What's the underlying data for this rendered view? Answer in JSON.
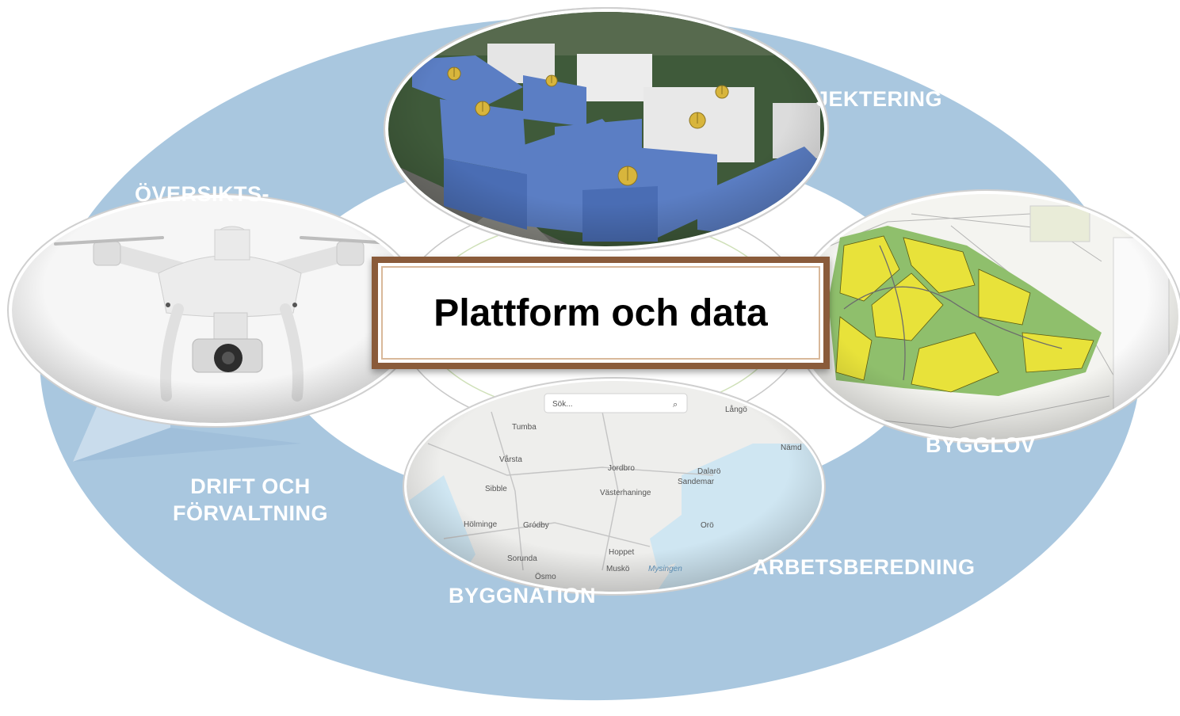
{
  "diagram": {
    "center_title": "Plattform och data",
    "stages": {
      "oversikt": "ÖVERSIKTS-",
      "projektering": "JEKTERING",
      "bygglov": "BYGGLOV",
      "arbetsberedning": "ARBETSBEREDNING",
      "byggnation": "BYGGNATION",
      "drift_line1": "DRIFT OCH",
      "drift_line2": "FÖRVALTNING"
    },
    "map_labels": {
      "search": "Sök...",
      "tumba": "Tumba",
      "varsta": "Vårsta",
      "jordbro": "Jordbro",
      "sibble": "Sibble",
      "vasterhaninge": "Västerhaninge",
      "dalaro": "Dalarö",
      "sandemar": "Sandemar",
      "horninge": "Hölminge",
      "grodby": "Gródby",
      "oro": "Orö",
      "hoppet": "Hoppet",
      "sorunda": "Sorunda",
      "muskö": "Muskö",
      "mysingen": "Mysingen",
      "osmo": "Ösmo",
      "nam": "Nämd",
      "lang": "Långö"
    },
    "colors": {
      "ring": "#a9c7df",
      "ring_dark": "#8fb3d2",
      "frame": "#8a5b3a",
      "building": "#5b7ec4"
    }
  }
}
